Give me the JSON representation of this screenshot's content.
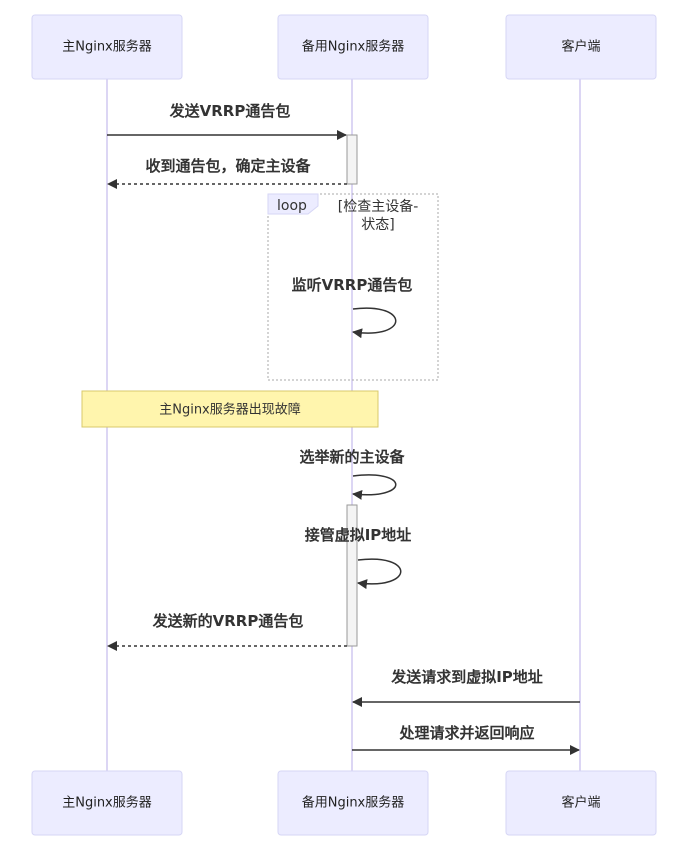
{
  "actors": [
    {
      "id": "main",
      "label": "主Nginx服务器"
    },
    {
      "id": "backup",
      "label": "备用Nginx服务器"
    },
    {
      "id": "client",
      "label": "客户端"
    }
  ],
  "messages": [
    {
      "text": "发送VRRP通告包",
      "from": "main",
      "to": "backup",
      "style": "solid"
    },
    {
      "text": "收到通告包，确定主设备",
      "from": "backup",
      "to": "main",
      "style": "dashed"
    },
    {
      "text": "监听VRRP通告包",
      "from": "backup",
      "to": "backup",
      "style": "self"
    },
    {
      "text": "选举新的主设备",
      "from": "backup",
      "to": "backup",
      "style": "self"
    },
    {
      "text": "接管虚拟IP地址",
      "from": "backup",
      "to": "backup",
      "style": "self"
    },
    {
      "text": "发送新的VRRP通告包",
      "from": "backup",
      "to": "main",
      "style": "dashed"
    },
    {
      "text": "发送请求到虚拟IP地址",
      "from": "client",
      "to": "backup",
      "style": "solid"
    },
    {
      "text": "处理请求并返回响应",
      "from": "backup",
      "to": "client",
      "style": "solid"
    }
  ],
  "loop": {
    "label": "loop",
    "condition_line1": "[检查主设备-",
    "condition_line2": "状态]"
  },
  "note": {
    "text": "主Nginx服务器出现故障"
  },
  "colors": {
    "actor_fill": "#ECECFF",
    "note_fill": "#FFF5AD",
    "lifeline": "#d0c8f0"
  }
}
